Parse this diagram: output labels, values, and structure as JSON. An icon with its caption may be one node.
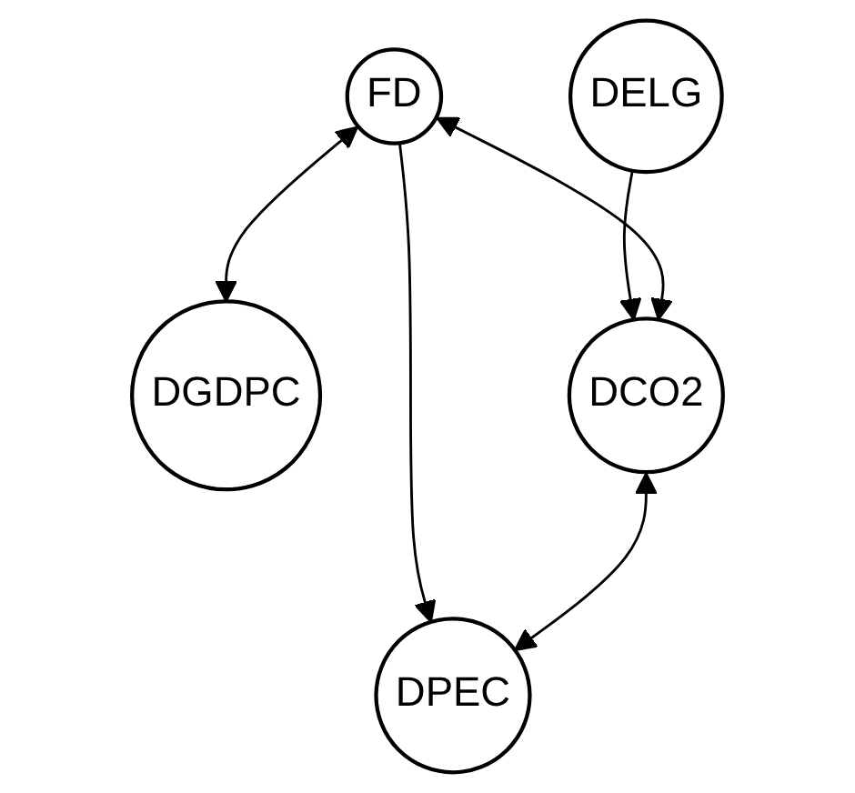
{
  "diagram": {
    "nodes": [
      {
        "text": [
          "DELG"
        ]
      },
      {
        "text": [
          "DGDPC"
        ]
      },
      {
        "text": [
          "FD"
        ]
      },
      {
        "text": [
          "DCO2"
        ]
      },
      {
        "text": [
          "DPEC"
        ]
      }
    ],
    "edges": [
      {
        "from": 0,
        "to": 3,
        "arrow": "to"
      },
      {
        "from": 2,
        "to": 1,
        "arrow": "both"
      },
      {
        "from": 2,
        "to": 3,
        "arrow": "both"
      },
      {
        "from": 2,
        "to": 4,
        "arrow": "to"
      },
      {
        "from": 3,
        "to": 4,
        "arrow": "both"
      }
    ]
  }
}
